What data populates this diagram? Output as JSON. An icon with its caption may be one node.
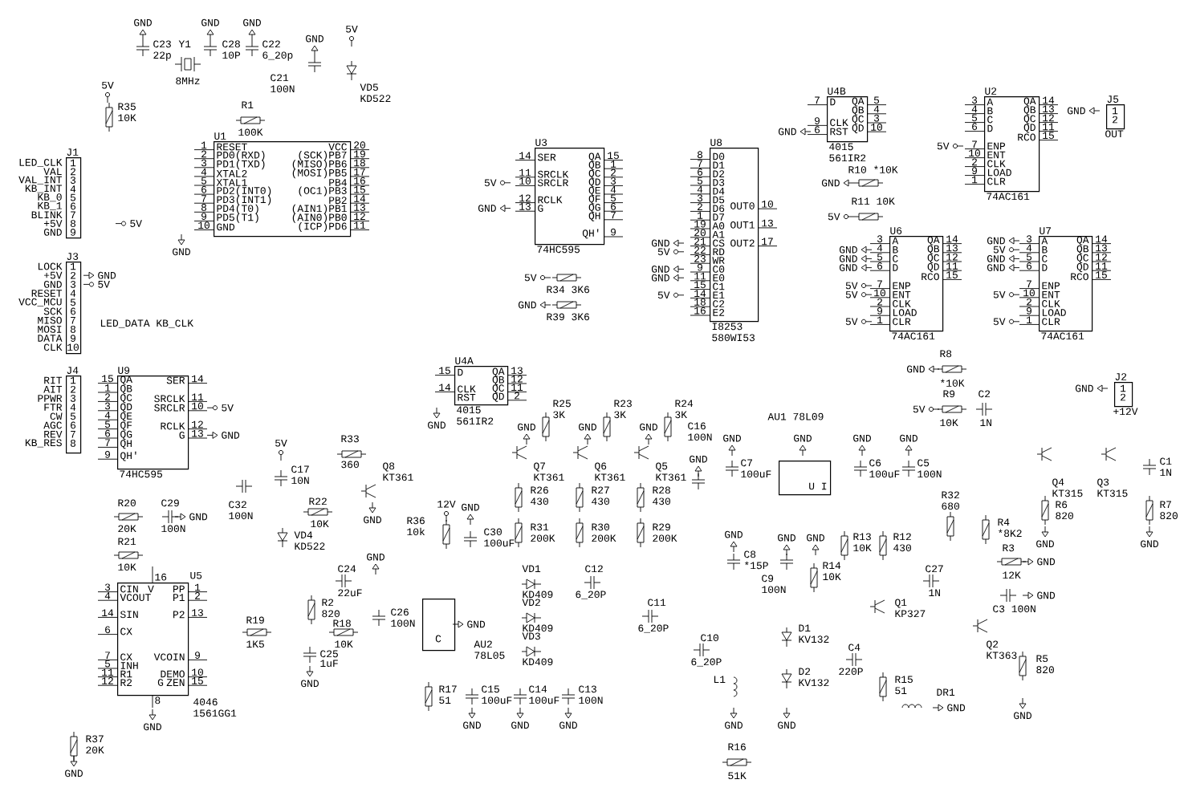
{
  "diagram": {
    "nodes": [
      {
        "text": [
          "J1",
          "1",
          "2",
          "3",
          "4",
          "5",
          "6",
          "7",
          "8",
          "9"
        ],
        "beside": [
          "LED_CLK",
          "VAL",
          "VAL_INT",
          "KB_INT",
          "KB_0",
          "KB_1",
          "BLINK",
          "+5V",
          "GND"
        ]
      },
      {
        "text": [
          "U1",
          "RESET",
          "PD0(RXD)",
          "PD1(TXD)",
          "XTAL2",
          "XTAL1",
          "PD2(INT0)",
          "PD3(INT1)",
          "PD4(T0)",
          "PD5(T1)",
          "GND",
          "VCC",
          "(SCK)PB7",
          "(MISO)PB6",
          "(MOSI)PB5",
          "PB4",
          "(OC1)PB3",
          "PB2",
          "(AIN1)PB1",
          "(AIN0)PB0",
          "(ICP)PD6",
          "1",
          "2",
          "3",
          "4",
          "5",
          "6",
          "7",
          "8",
          "9",
          "10",
          "20",
          "19",
          "18",
          "17",
          "16",
          "15",
          "14",
          "13",
          "12",
          "11"
        ]
      },
      {
        "text": [
          "U3",
          "SER",
          "SRCLK",
          "SRCLR",
          "RCLK",
          "G",
          "QA",
          "QB",
          "QC",
          "QD",
          "QE",
          "QF",
          "QG",
          "QH",
          "QH'",
          "74HC595",
          "14",
          "11",
          "10",
          "12",
          "13",
          "15",
          "1",
          "2",
          "3",
          "4",
          "5",
          "6",
          "7",
          "9"
        ]
      },
      {
        "text": [
          "U8",
          "D0",
          "D1",
          "D2",
          "D3",
          "D4",
          "D5",
          "D6",
          "D7",
          "A0",
          "A1",
          "CS",
          "RD",
          "WR",
          "C0",
          "E0",
          "C1",
          "E1",
          "C2",
          "E2",
          "OUT0",
          "OUT1",
          "OUT2",
          "I8253",
          "580WI53",
          "8",
          "7",
          "6",
          "5",
          "4",
          "3",
          "2",
          "1",
          "19",
          "20",
          "21",
          "22",
          "23",
          "9",
          "11",
          "15",
          "14",
          "18",
          "16",
          "10",
          "13",
          "17"
        ]
      },
      {
        "text": [
          "U4B",
          "D",
          "CLK",
          "RST",
          "QA",
          "QB",
          "QC",
          "QD",
          "4015",
          "561IR2",
          "7",
          "9",
          "6",
          "5",
          "4",
          "3",
          "10"
        ]
      },
      {
        "text": [
          "U2",
          "A",
          "B",
          "C",
          "D",
          "ENP",
          "ENT",
          "CLK",
          "LOAD",
          "CLR",
          "QA",
          "QB",
          "QC",
          "QD",
          "RCO",
          "74AC161",
          "3",
          "4",
          "5",
          "6",
          "7",
          "10",
          "2",
          "9",
          "1",
          "14",
          "13",
          "12",
          "11",
          "15"
        ]
      },
      {
        "text": [
          "J5",
          "1",
          "2"
        ],
        "beside": [
          "OUT"
        ]
      },
      {
        "text": [
          "U6",
          "A",
          "B",
          "C",
          "D",
          "ENP",
          "ENT",
          "CLK",
          "LOAD",
          "CLR",
          "QA",
          "QB",
          "QC",
          "QD",
          "RCO",
          "74AC161",
          "3",
          "4",
          "5",
          "6",
          "7",
          "10",
          "2",
          "9",
          "1",
          "14",
          "13",
          "12",
          "11",
          "15"
        ]
      },
      {
        "text": [
          "U7",
          "A",
          "B",
          "C",
          "D",
          "ENP",
          "ENT",
          "CLK",
          "LOAD",
          "CLR",
          "QA",
          "QB",
          "QC",
          "QD",
          "RCO",
          "74AC161",
          "3",
          "4",
          "5",
          "6",
          "7",
          "10",
          "2",
          "9",
          "1",
          "14",
          "13",
          "12",
          "11",
          "15"
        ]
      },
      {
        "text": [
          "J3",
          "1",
          "2",
          "3",
          "4",
          "5",
          "6",
          "7",
          "8",
          "9",
          "10"
        ],
        "beside": [
          "LOCK",
          "+5V",
          "GND",
          "RESET",
          "VCC_MCU",
          "SCK",
          "MISO",
          "MOSI",
          "DATA",
          "CLK"
        ]
      },
      {
        "text": [
          "J4",
          "1",
          "2",
          "3",
          "4",
          "5",
          "6",
          "7",
          "8"
        ],
        "beside": [
          "RIT",
          "AIT",
          "PPWR",
          "FTR",
          "CW",
          "AGC",
          "REV",
          "KB_RES"
        ]
      },
      {
        "text": [
          "U9",
          "QA",
          "QB",
          "QC",
          "QD",
          "QE",
          "QF",
          "QG",
          "QH",
          "QH'",
          "SER",
          "SRCLK",
          "SRCLR",
          "RCLK",
          "G",
          "74HC595",
          "15",
          "1",
          "2",
          "3",
          "4",
          "5",
          "6",
          "7",
          "9",
          "14",
          "11",
          "10",
          "12",
          "13"
        ]
      },
      {
        "text": [
          "U4A",
          "D",
          "CLK",
          "RST",
          "QA",
          "QB",
          "QC",
          "QD",
          "4015",
          "561IR2",
          "15",
          "14",
          "13",
          "12",
          "11",
          "2"
        ]
      },
      {
        "text": [
          "J2",
          "1",
          "2"
        ],
        "beside": [
          "+12V"
        ]
      },
      {
        "text": [
          "AU1 78L09",
          "U I"
        ]
      },
      {
        "text": [
          "U5",
          "CIN",
          "VCOUT",
          "SIN",
          "CX",
          "CX",
          "INH",
          "R1",
          "R2",
          "V",
          "G",
          "PP",
          "P1",
          "P2",
          "VCOIN",
          "DEMO",
          "ZEN",
          "4046",
          "1561GG1",
          "3",
          "4",
          "14",
          "6",
          "7",
          "5",
          "11",
          "12",
          "1",
          "2",
          "13",
          "9",
          "10",
          "15",
          "16",
          "8"
        ]
      },
      {
        "text": [
          "C",
          "AU2 78L05"
        ]
      }
    ],
    "labels": [
      "GND",
      "C23 22p",
      "Y1",
      "8MHz",
      "GND",
      "C28 10P",
      "GND",
      "C22 6_20p",
      "GND",
      "5V",
      "C21 100N",
      "VD5 KD522",
      "5V",
      "R35 10K",
      "R1",
      "100K",
      "5V",
      "GND",
      "GND",
      "5V",
      "LED_DATA KB_CLK",
      "5V",
      "GND",
      "5V",
      "R34 3K6",
      "GND",
      "R39 3K6",
      "GND",
      "5V",
      "GND",
      "GND",
      "5V",
      "GND",
      "R10 *10K",
      "GND",
      "R11 10K",
      "5V",
      "5V",
      "GND",
      "GND",
      "GND",
      "GND",
      "5V",
      "5V",
      "5V",
      "GND",
      "5V",
      "GND",
      "GND",
      "5V",
      "5V",
      "R8",
      "GND",
      "*10K",
      "R9",
      "5V",
      "10K",
      "C2",
      "1N",
      "GND",
      "5V",
      "GND",
      "R33",
      "360",
      "Q8 KT361",
      "5V",
      "C17 10N",
      "C32 100N",
      "R22",
      "10K",
      "GND",
      "VD4 KD522",
      "R20",
      "20K",
      "C29",
      "100N",
      "GND",
      "R21",
      "10K",
      "GND",
      "C24",
      "22uF",
      "R2",
      "820",
      "R19",
      "1K5",
      "R18",
      "10K",
      "C25",
      "1uF",
      "GND",
      "C26 100N",
      "GND",
      "R37 20K",
      "GND",
      "R25 3K",
      "R23 3K",
      "R24 3K",
      "GND",
      "GND",
      "GND",
      "C16 100N",
      "GND",
      "GND",
      "GND",
      "GND",
      "Q7 KT361",
      "Q6 KT361",
      "Q5 KT361",
      "GND",
      "C7 100uF",
      "C6 100uF",
      "C5 100N",
      "R26 430",
      "R27 430",
      "R28 430",
      "12V",
      "GND",
      "R36 10k",
      "C30 100uF",
      "R31 200K",
      "R30 200K",
      "R29 200K",
      "GND",
      "C8 *15P",
      "GND",
      "C9 100N",
      "GND",
      "R14 10K",
      "R13 10K",
      "R12 430",
      "VD1",
      "KD409",
      "C12",
      "6_20P",
      "VD2",
      "KD409",
      "C11",
      "6_20P",
      "VD3",
      "KD409",
      "C10",
      "6_20P",
      "GND",
      "R17 51",
      "C15 100uF",
      "C14 100uF",
      "C13 100N",
      "GND",
      "GND",
      "GND",
      "L1",
      "GND",
      "GND",
      "D1 KV132",
      "D2 KV132",
      "Q1 KP327",
      "C27",
      "1N",
      "C4",
      "220P",
      "R15 51",
      "DR1",
      "GND",
      "R32 680",
      "R4 *8K2",
      "R3",
      "12K",
      "GND",
      "C3 100N",
      "GND",
      "Q2 KT363",
      "R5 820",
      "GND",
      "Q4 KT315",
      "Q3 KT315",
      "C1 1N",
      "R6 820",
      "R7 820",
      "GND",
      "GND",
      "R16",
      "51K",
      "GND"
    ]
  }
}
